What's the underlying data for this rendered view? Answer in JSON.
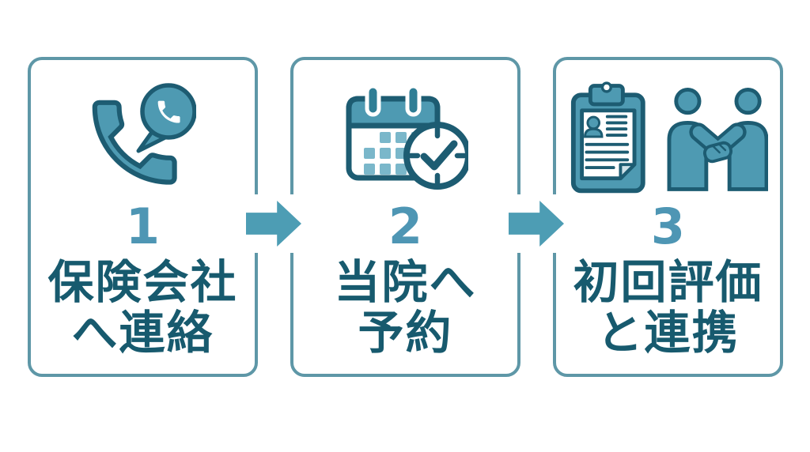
{
  "figure": {
    "type": "process-flow",
    "background": "#ffffff",
    "step_count": 3
  },
  "colors": {
    "card_border": "#5e97a7",
    "arrow": "#4d9db4",
    "icon_fill": "#4e9ab2",
    "icon_outline": "#1d5c72",
    "icon_light": "#7ab7ca",
    "number": "#4e96b4",
    "label": "#175a6e"
  },
  "steps": [
    {
      "number": "1",
      "label_line1": "保険会社",
      "label_line2": "へ連絡",
      "icon": "phone-call-icon"
    },
    {
      "number": "2",
      "label_line1": "当院へ",
      "label_line2": "予約",
      "icon": "calendar-clock-check-icon"
    },
    {
      "number": "3",
      "label_line1": "初回評価",
      "label_line2": "と連携",
      "icon": "clipboard-handshake-icon"
    }
  ],
  "arrows": [
    {
      "name": "arrow-step1-to-step2",
      "direction": "right"
    },
    {
      "name": "arrow-step2-to-step3",
      "direction": "right"
    }
  ]
}
